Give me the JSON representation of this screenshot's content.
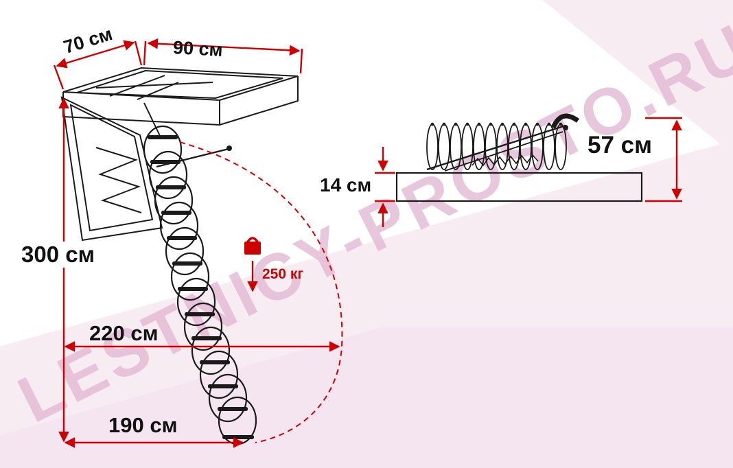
{
  "watermark": "LESTNICY-PROSTO.RU",
  "colors": {
    "dimension_red": "#cc0000",
    "drawing_black": "#1a1a1a",
    "watermark_pink": "#e1b9d2",
    "background_pink": "#f8ecf3"
  },
  "extended_view": {
    "hatch_depth_label": "70 см",
    "hatch_width_label": "90 см",
    "ceiling_height_label": "300 см",
    "swing_clearance_label": "220 см",
    "floor_distance_label": "190 см",
    "max_load_label": "250 кг"
  },
  "folded_view": {
    "folded_height_label": "57 см",
    "box_height_label": "14 см"
  }
}
